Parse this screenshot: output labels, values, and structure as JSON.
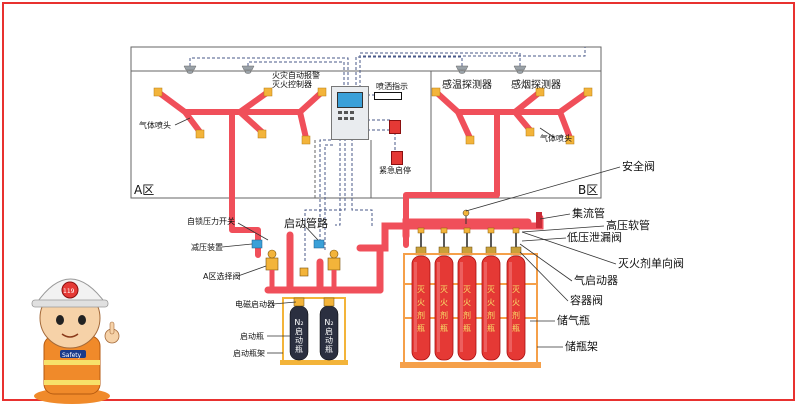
{
  "zones": {
    "a": "A区",
    "b": "B区"
  },
  "labels": {
    "fire_control_panel": "火灾自动报警\n灭火控制器",
    "release_light": "喷洒指示",
    "temp_detector": "感温探测器",
    "smoke_detector": "感烟探测器",
    "nozzle_a": "气体喷头",
    "nozzle_b": "气体喷头",
    "emergency_start": "紧急启停",
    "safety_valve": "安全阀",
    "manifold": "集流管",
    "hp_hose": "高压软管",
    "lp_vent_valve": "低压泄漏阀",
    "check_valve": "灭火剂单向阀",
    "gas_actuator": "气启动器",
    "container_valve": "容器阀",
    "storage_cylinder": "储气瓶",
    "cylinder_rack": "储瓶架",
    "pressure_switch": "自锁压力开关",
    "pressure_reducer": "减压装置",
    "starting_pipe": "启动管路",
    "zone_a_valve": "A区选择阀",
    "solenoid_actuator": "电磁启动器",
    "starter_bottle": "启动瓶",
    "starter_rack": "启动瓶架",
    "n2_bottle_1": "N₂\n启\n动\n瓶",
    "n2_bottle_2": "N₂\n启\n动\n瓶",
    "cyl_text": "灭\n火\n剂\n瓶"
  },
  "colors": {
    "pipe": "#f04f5a",
    "cylinder": "#e53935",
    "rack": "#f5a04a",
    "frame": "#e8312f",
    "wire": "#555555"
  },
  "mascot": {
    "helmet_text": "119",
    "badge_text": "Safety"
  },
  "icons": [
    "ceiling-detector-icon",
    "nozzle-icon",
    "control-panel-icon",
    "cylinder-icon",
    "valve-icon",
    "fireman-mascot-icon"
  ]
}
